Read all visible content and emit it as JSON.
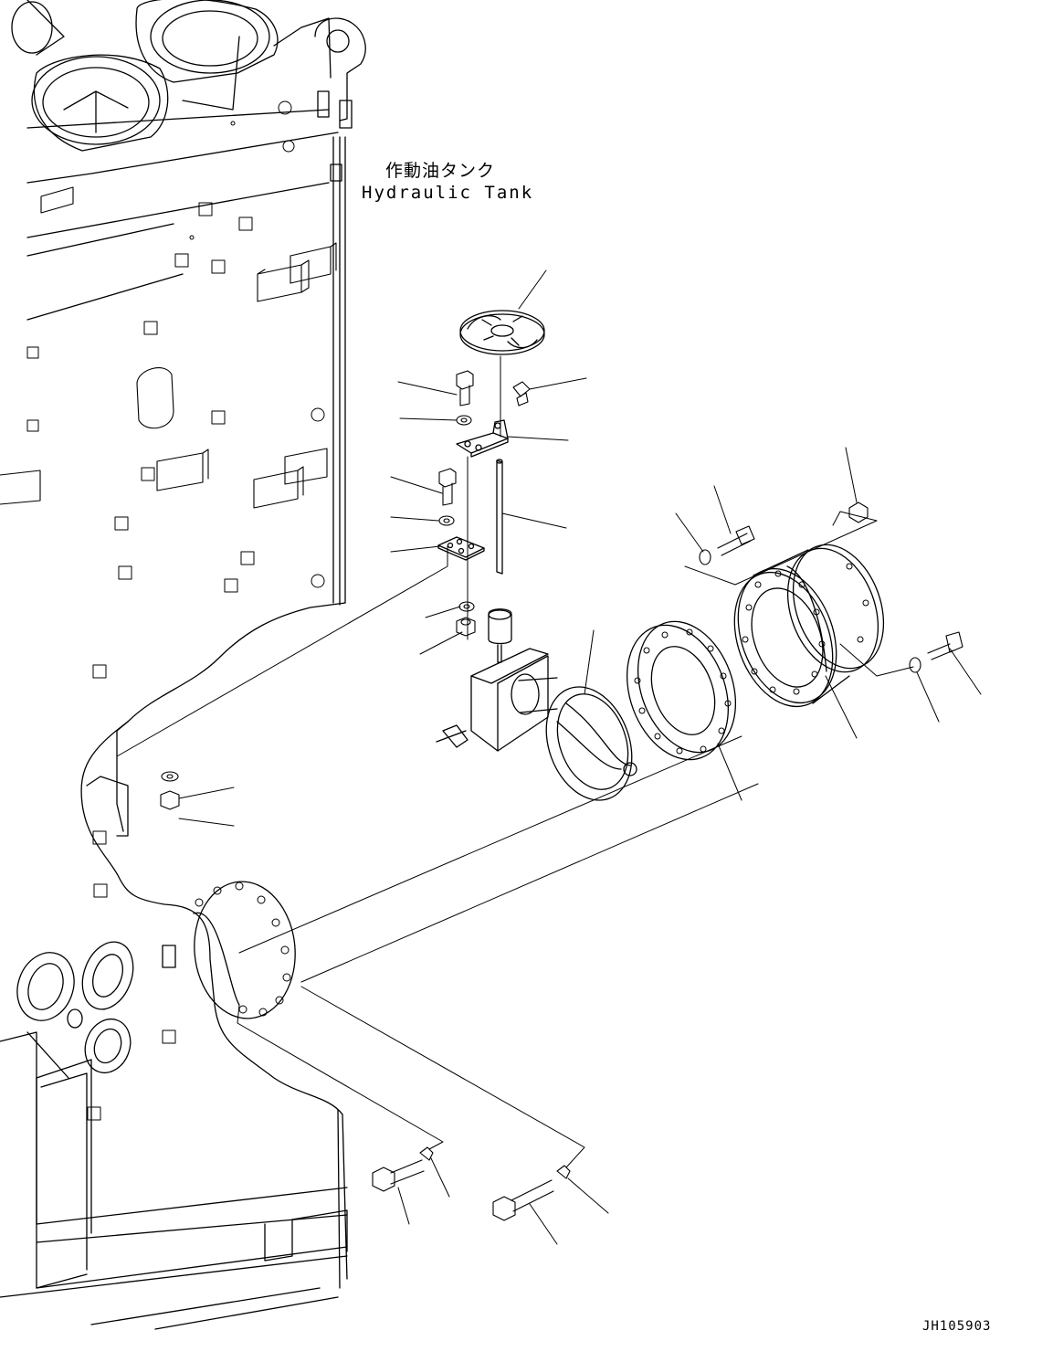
{
  "callout": {
    "label_jp": "作動油タンク",
    "label_en": "Hydraulic Tank"
  },
  "drawing_number": "JH105903",
  "line_color": "#000000",
  "background": "#ffffff"
}
